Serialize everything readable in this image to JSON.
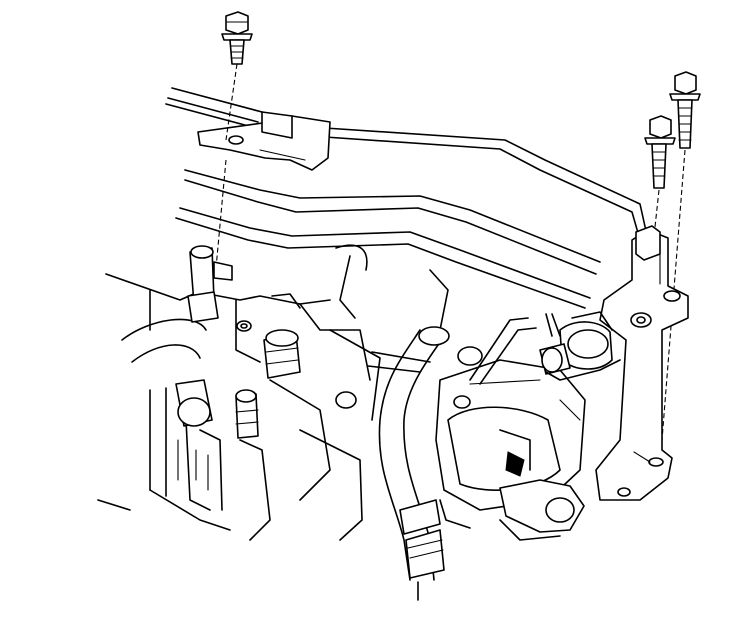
{
  "diagram": {
    "parts": [
      "bolt-upper-left",
      "bolt-right-a",
      "bolt-right-b",
      "mounting-bracket",
      "engine-block",
      "brake-booster-pump",
      "coolant-hose",
      "pipe-line"
    ],
    "colors": {
      "line": "#000000",
      "background": "#ffffff"
    }
  }
}
